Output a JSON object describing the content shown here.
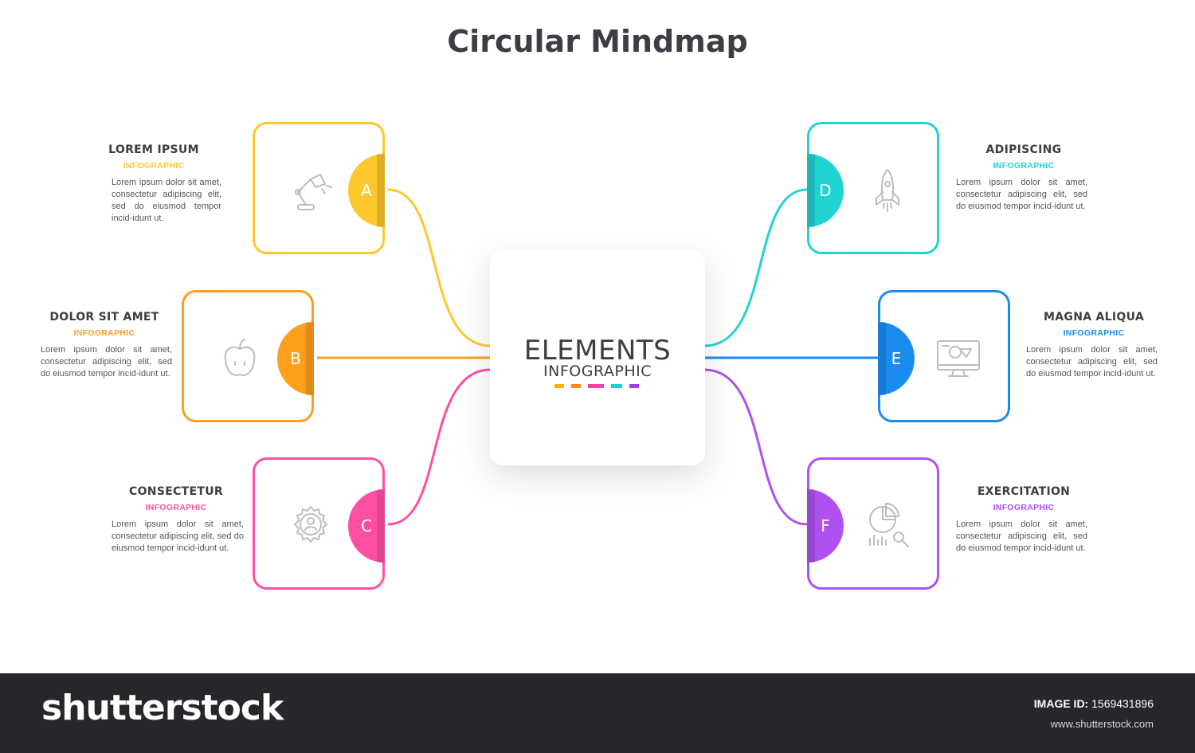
{
  "title": "Circular Mindmap",
  "center": {
    "title": "ELEMENTS",
    "subtitle": "INFOGRAPHIC",
    "dash_colors": [
      "#f7b500",
      "#ff8a00",
      "#ff3fa8",
      "#1fd0d0",
      "#a43cf0"
    ]
  },
  "nodes": [
    {
      "letter": "A",
      "icon": "desk-lamp-icon",
      "color": "#ffc72c",
      "title": "LOREM IPSUM",
      "subtitle": "INFOGRAPHIC",
      "body": "Lorem ipsum dolor sit amet, consectetur adipiscing elit, sed do eiusmod tempor incid-idunt ut."
    },
    {
      "letter": "B",
      "icon": "apple-icon",
      "color": "#ff9f1c",
      "title": "DOLOR SIT AMET",
      "subtitle": "INFOGRAPHIC",
      "body": "Lorem ipsum dolor sit amet, consectetur adipiscing elit, sed do eiusmod tempor incid-idunt ut."
    },
    {
      "letter": "C",
      "icon": "user-gear-icon",
      "color": "#ff4fa3",
      "title": "CONSECTETUR",
      "subtitle": "INFOGRAPHIC",
      "body": "Lorem ipsum dolor sit amet, consectetur adipiscing elit, sed do eiusmod tempor incid-idunt ut."
    },
    {
      "letter": "D",
      "icon": "rocket-icon",
      "color": "#22d3d3",
      "title": "ADIPISCING",
      "subtitle": "INFOGRAPHIC",
      "body": "Lorem ipsum dolor sit amet, consectetur adipiscing elit, sed do eiusmod tempor incid-idunt ut."
    },
    {
      "letter": "E",
      "icon": "monitor-icon",
      "color": "#1a8cf0",
      "title": "MAGNA ALIQUA",
      "subtitle": "INFOGRAPHIC",
      "body": "Lorem ipsum dolor sit amet, consectetur adipiscing elit, sed do eiusmod tempor incid-idunt ut."
    },
    {
      "letter": "F",
      "icon": "pie-chart-magnifier-icon",
      "color": "#b050f0",
      "title": "EXERCITATION",
      "subtitle": "INFOGRAPHIC",
      "body": "Lorem ipsum dolor sit amet, consectetur adipiscing elit, sed do eiusmod tempor incid-idunt ut."
    }
  ],
  "footer": {
    "brand": "shutterstock",
    "image_id_label": "IMAGE ID:",
    "image_id": "1569431896",
    "site": "www.shutterstock.com"
  }
}
